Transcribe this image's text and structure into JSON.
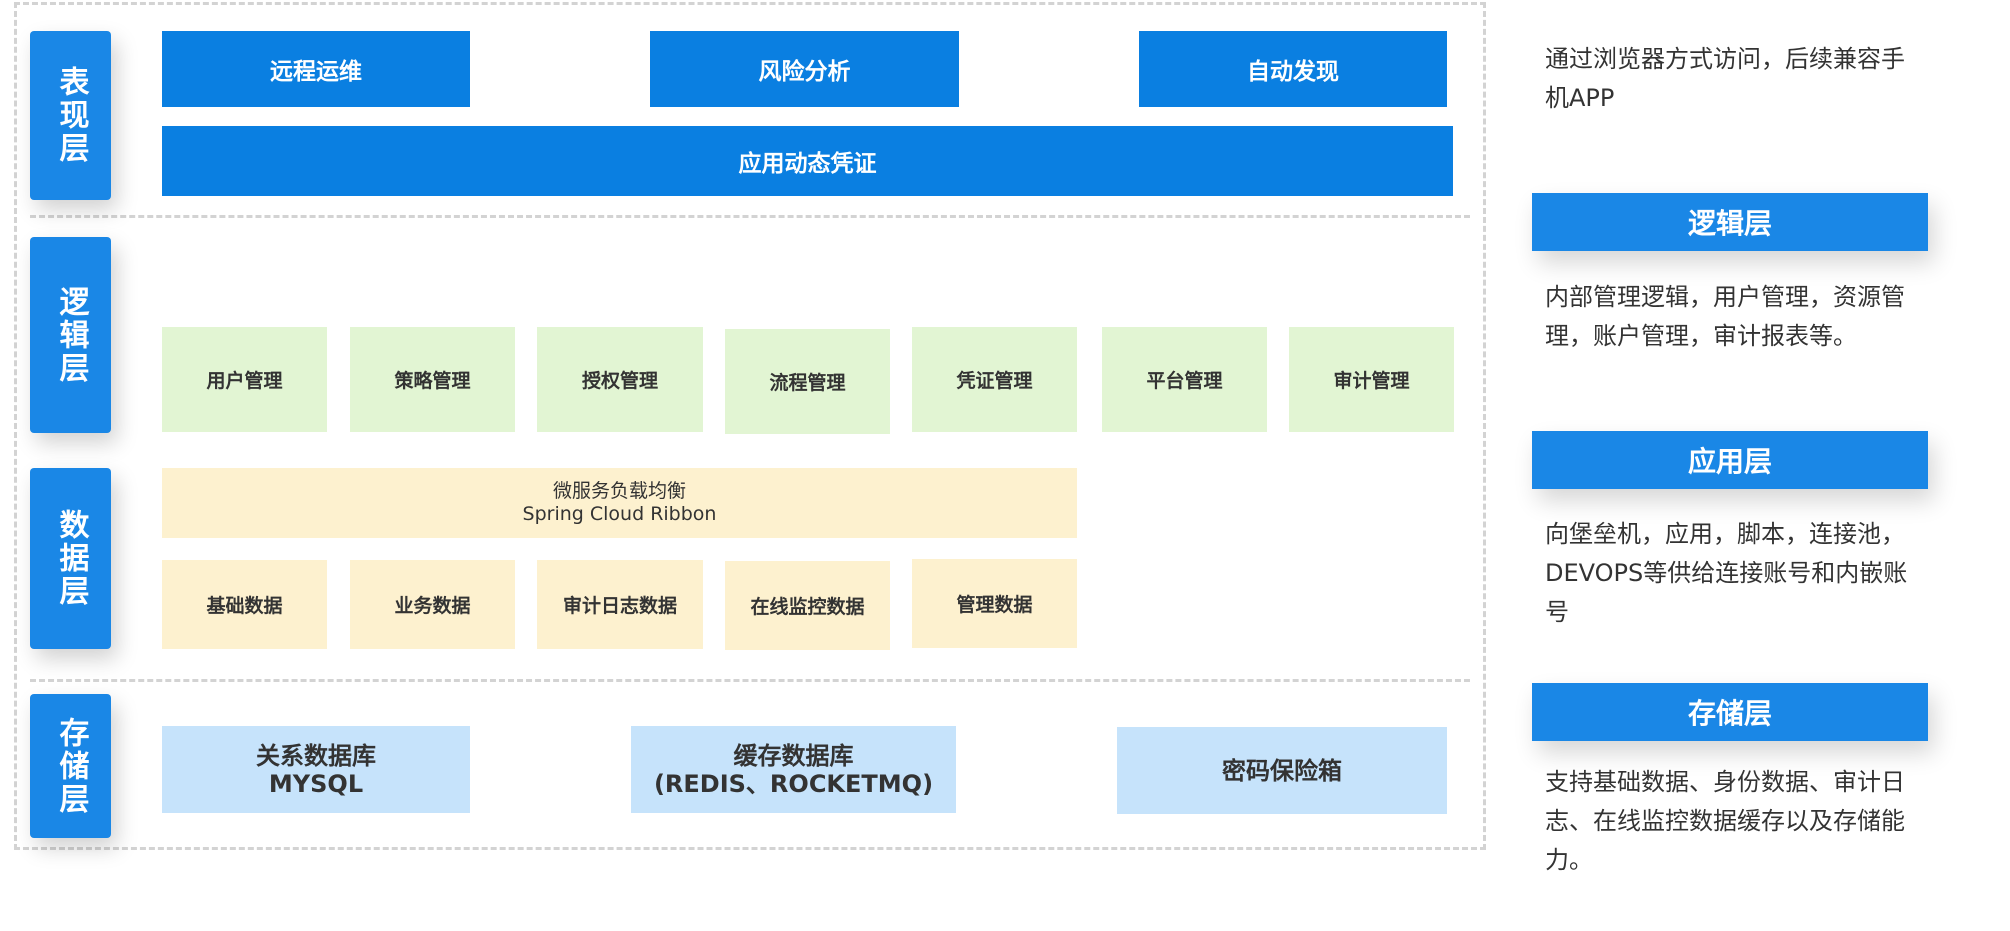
{
  "layers": {
    "presentation": "表现层",
    "logic": "逻辑层",
    "data": "数据层",
    "storage": "存储层"
  },
  "presentation": {
    "items": [
      "远程运维",
      "风险分析",
      "自动发现"
    ],
    "wide": "应用动态凭证"
  },
  "logic": {
    "items": [
      "用户管理",
      "策略管理",
      "授权管理",
      "流程管理",
      "凭证管理",
      "平台管理",
      "审计管理"
    ]
  },
  "data": {
    "balancer": {
      "line1": "微服务负载均衡",
      "line2": "Spring Cloud Ribbon"
    },
    "items": [
      "基础数据",
      "业务数据",
      "审计日志数据",
      "在线监控数据",
      "管理数据"
    ]
  },
  "storage": {
    "relational": {
      "line1": "关系数据库",
      "line2": "MYSQL"
    },
    "cache": {
      "line1": "缓存数据库",
      "line2": "(REDIS、ROCKETMQ)"
    },
    "vault": "密码保险箱"
  },
  "side": {
    "intro": "通过浏览器方式访问，后续兼容手机APP",
    "sections": [
      {
        "title": "逻辑层",
        "text": "内部管理逻辑，用户管理，资源管理，账户管理，审计报表等。"
      },
      {
        "title": "应用层",
        "text": "向堡垒机，应用，脚本，连接池，DEVOPS等供给连接账号和内嵌账号"
      },
      {
        "title": "存储层",
        "text": "支持基础数据、身份数据、审计日志、在线监控数据缓存以及存储能力。"
      }
    ]
  },
  "colors": {
    "primary_blue": "#0a7fe1",
    "label_blue": "#1a87e6",
    "logic_green": "#e2f5d3",
    "data_yellow": "#fdf1cf",
    "storage_light_blue": "#c6e3fb",
    "dashed_border": "#d3d3d3"
  }
}
